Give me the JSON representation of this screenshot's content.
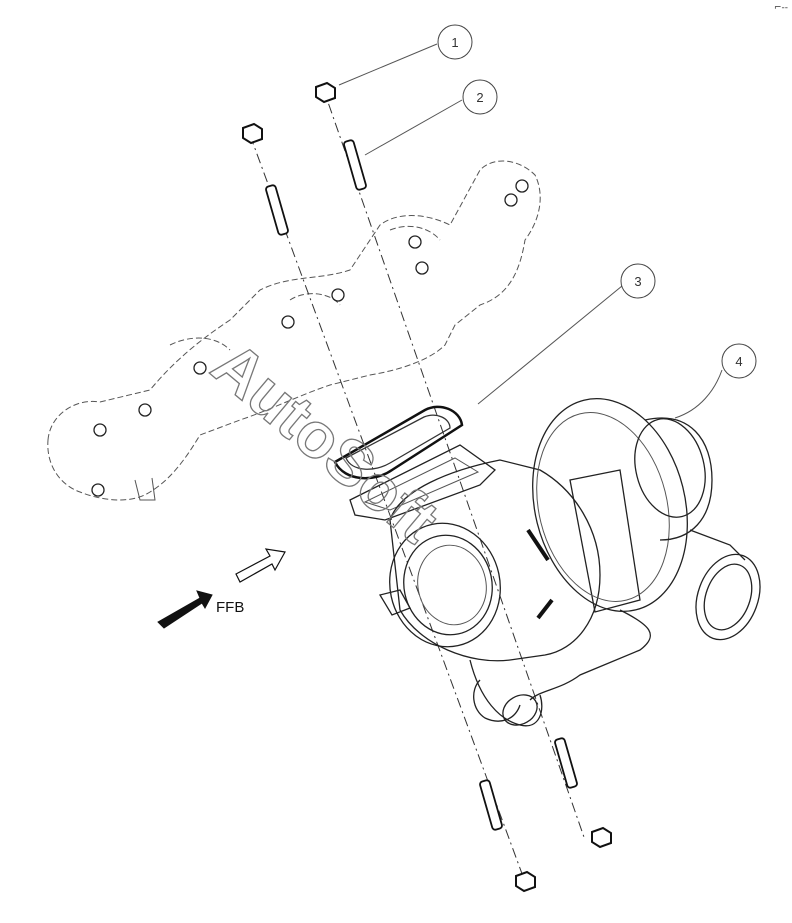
{
  "corner_mark": "⌐--",
  "callouts": [
    {
      "id": "1",
      "label": "1"
    },
    {
      "id": "2",
      "label": "2"
    },
    {
      "id": "3",
      "label": "3"
    },
    {
      "id": "4",
      "label": "4"
    }
  ],
  "direction_label": "FFB",
  "watermark": "AutoSoft",
  "colors": {
    "line": "#222222",
    "light_line": "#555555",
    "background": "#ffffff"
  }
}
